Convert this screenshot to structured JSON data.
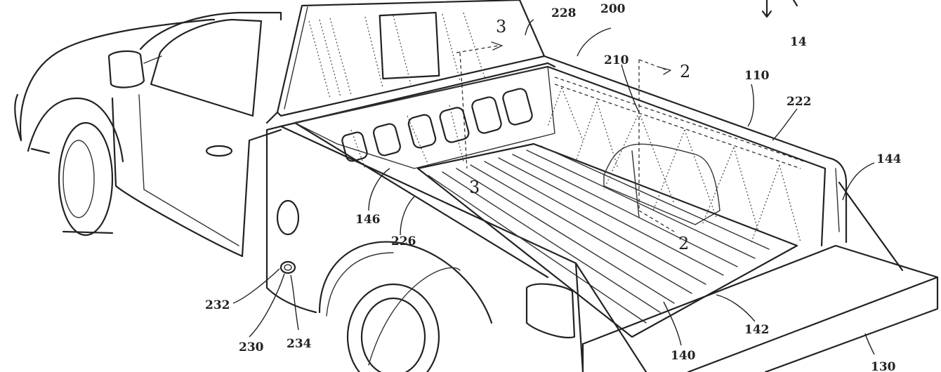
{
  "figure": {
    "reference_numerals": [
      {
        "id": "ref-14",
        "text": "14"
      },
      {
        "id": "ref-110",
        "text": "110"
      },
      {
        "id": "ref-130",
        "text": "130"
      },
      {
        "id": "ref-140",
        "text": "140"
      },
      {
        "id": "ref-142",
        "text": "142"
      },
      {
        "id": "ref-144",
        "text": "144"
      },
      {
        "id": "ref-146",
        "text": "146"
      },
      {
        "id": "ref-200",
        "text": "200"
      },
      {
        "id": "ref-210",
        "text": "210"
      },
      {
        "id": "ref-222",
        "text": "222"
      },
      {
        "id": "ref-226",
        "text": "226"
      },
      {
        "id": "ref-228",
        "text": "228"
      },
      {
        "id": "ref-230",
        "text": "230"
      },
      {
        "id": "ref-232",
        "text": "232"
      },
      {
        "id": "ref-234",
        "text": "234"
      }
    ],
    "section_markers": [
      {
        "id": "section-2-top",
        "text": "2"
      },
      {
        "id": "section-2-bottom",
        "text": "2"
      },
      {
        "id": "section-3-top",
        "text": "3"
      },
      {
        "id": "section-3-bottom",
        "text": "3"
      }
    ]
  }
}
